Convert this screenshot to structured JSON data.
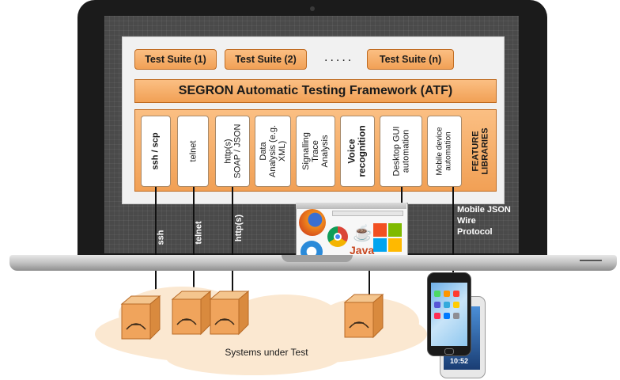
{
  "suites": [
    "Test Suite (1)",
    "Test Suite (2)",
    "Test Suite (n)"
  ],
  "suite_ellipsis": ".....",
  "framework_title": "SEGRON Automatic Testing Framework (ATF)",
  "libraries": [
    {
      "label": "ssh / scp",
      "bold": true
    },
    {
      "label": "telnet",
      "bold": false
    },
    {
      "label": "http(s)\nSOAP / JSON",
      "bold": false
    },
    {
      "label": "Data\nAnalysis (e.g.\nXML)",
      "bold": false
    },
    {
      "label": "Signalling\nTrace\nAnalysis",
      "bold": false
    },
    {
      "label": "Voice\nrecognition",
      "bold": true
    },
    {
      "label": "Desktop GUI\nautomation",
      "bold": false
    },
    {
      "label": "Mobile device\nautomation",
      "bold": false
    }
  ],
  "feature_libraries_label": "FEATURE\nLIBRARIES",
  "connections": [
    "ssh",
    "telnet",
    "http(s)"
  ],
  "mobile_protocol_label": "Mobile JSON\nWire\nProtocol",
  "java_label": "Java",
  "systems_under_test_label": "Systems under Test",
  "phone_time": "10:52",
  "colors": {
    "box_orange": "#f1a055",
    "box_border": "#c06c22",
    "cloud": "#fbe8d1",
    "screen": "#4a4a4a"
  }
}
